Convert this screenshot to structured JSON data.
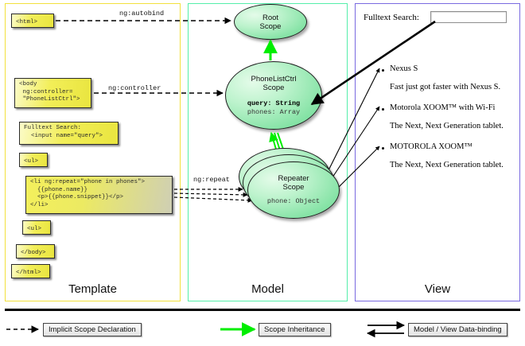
{
  "columns": [
    {
      "key": "template",
      "label": "Template",
      "border": "#f2e13c"
    },
    {
      "key": "model",
      "label": "Model",
      "border": "#55eeaa"
    },
    {
      "key": "view",
      "label": "View",
      "border": "#7a6ae0"
    }
  ],
  "template": {
    "boxes": [
      {
        "id": "html-open",
        "text": "<html>"
      },
      {
        "id": "body-open",
        "text": "<body\n ng:controller=\n \"PhoneListCtrl\">"
      },
      {
        "id": "search-snippet",
        "text": "Fulltext Search:\n  <input name=\"query\">"
      },
      {
        "id": "ul-open",
        "text": "<ul>"
      },
      {
        "id": "li-repeat",
        "text": "<li ng:repeat=\"phone in phones\">\n  {{phone.name}}\n  <p>{{phone.snippet}}</p>\n</li>"
      },
      {
        "id": "ul-close",
        "text": "<ul>"
      },
      {
        "id": "body-close",
        "text": "</body>"
      },
      {
        "id": "html-close",
        "text": "</html>"
      }
    ]
  },
  "model": {
    "root_scope": {
      "title": "Root\nScope"
    },
    "phonelistctrl_scope": {
      "title": "PhoneListCtrl\nScope",
      "prop1": "query: String",
      "prop2": "phones: Array"
    },
    "repeater_scope": {
      "title": "Repeater\nScope",
      "prop1": "phone: Object"
    }
  },
  "edges": {
    "autobind": "ng:autobind",
    "controller": "ng:controller",
    "repeat": "ng:repeat"
  },
  "view": {
    "search_label": "Fulltext Search:",
    "search_value": "",
    "items": [
      {
        "name": "Nexus S",
        "snippet": "Fast just got faster with Nexus S."
      },
      {
        "name": "Motorola XOOM™  with Wi-Fi",
        "snippet": "The Next, Next Generation tablet."
      },
      {
        "name": "MOTOROLA XOOM™",
        "snippet": "The Next, Next Generation tablet."
      }
    ]
  },
  "legend": [
    {
      "id": "implicit",
      "label": "Implicit Scope Declaration",
      "style": "dashed-black-arrow"
    },
    {
      "id": "inheritance",
      "label": "Scope Inheritance",
      "style": "solid-green-arrow"
    },
    {
      "id": "databinding",
      "label": "Model / View Data-binding",
      "style": "double-black-arrow"
    }
  ],
  "colors": {
    "green_arrow": "#00ee00",
    "black": "#000000",
    "box_yellow": "#f2ee58",
    "scope_green": "#86e3a6"
  }
}
